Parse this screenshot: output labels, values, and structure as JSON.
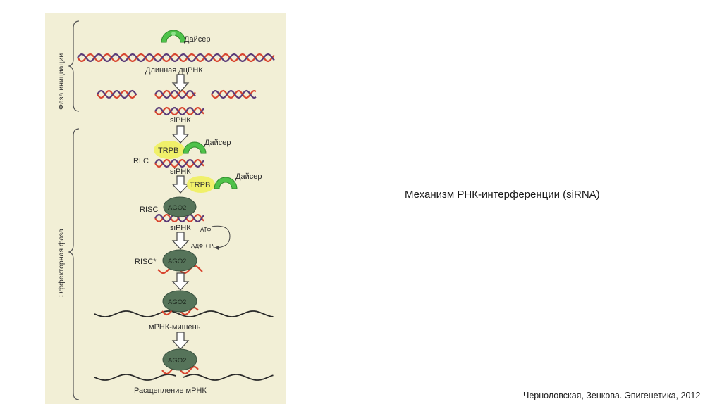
{
  "slide": {
    "title": "Механизм РНК-интерференции (siRNA)",
    "citation": "Черноловская, Зенкова. Эпигенетика, 2012"
  },
  "diagram": {
    "phases": {
      "initiation": "Фаза инициации",
      "effector": "Эффекторная фаза"
    },
    "labels": {
      "dicer_1": "Дайсер",
      "long_dsrna": "Длинная дцРНК",
      "sirna_1": "siРНК",
      "dicer_2": "Дайсер",
      "trpb_1": "TRPB",
      "rlc": "RLC",
      "sirna_2": "siРНК",
      "trpb_2": "TRPB",
      "dicer_3": "Дайсер",
      "risc": "RISC",
      "ago2_1": "AGO2",
      "sirna_3": "siРНК",
      "atp": "АТФ",
      "adp_pi": "АДФ + Pᵢ",
      "risc_star": "RISC*",
      "ago2_2": "AGO2",
      "ago2_3": "AGO2",
      "target_mrna": "мРНК-мишень",
      "ago2_4": "AGO2",
      "mrna_cleavage": "Расщепление мРНК"
    },
    "colors": {
      "strand_red": "#d8452f",
      "strand_purple": "#5a3b78",
      "dicer_green": "#4fc24a",
      "trpb_yellow": "#f0f06a",
      "ago2_green": "#56745a",
      "background": "#f2efd6"
    }
  }
}
